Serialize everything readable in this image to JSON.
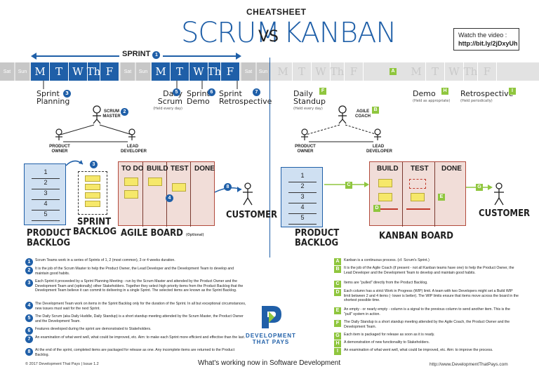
{
  "header": {
    "cheatsheet": "CHEATSHEET",
    "scrum": "SCRUM",
    "vs": "VS",
    "kanban": "KANBAN",
    "video_line1": "Watch the video :",
    "video_line2": "http://bit.ly/2jDxyUh"
  },
  "sprint_bar": {
    "sprint_label": "SPRINT",
    "sprint_badge": "1",
    "sat": "Sat",
    "sun": "Sun",
    "days": [
      "M",
      "T",
      "W",
      "Th",
      "F"
    ],
    "kanban_badge": "A"
  },
  "scrum_events": {
    "planning": {
      "label": "Sprint Planning",
      "badge": "3"
    },
    "daily": {
      "label": "Daily Scrum",
      "sub": "(Held every day)",
      "badge": "5"
    },
    "demo": {
      "label": "Sprint Demo",
      "badge": "6"
    },
    "retro": {
      "label": "Sprint Retrospective",
      "badge": "7"
    }
  },
  "kanban_events": {
    "daily": {
      "label": "Daily Standup",
      "sub": "(Held every day)",
      "badge": "F"
    },
    "demo": {
      "label": "Demo",
      "sub": "(Held as appropriate)",
      "badge": "H"
    },
    "retro": {
      "label": "Retrospective",
      "sub": "(Held periodically)",
      "badge": "I"
    }
  },
  "scrum_roles": {
    "master": "SCRUM MASTER",
    "master_badge": "2",
    "owner": "PRODUCT OWNER",
    "developer": "LEAD DEVELOPER"
  },
  "kanban_roles": {
    "coach": "AGILE COACH",
    "coach_badge": "B",
    "owner": "PRODUCT OWNER",
    "developer": "LEAD DEVELOPER"
  },
  "scrum_board": {
    "backlog_items": [
      "1",
      "2",
      "3",
      "4",
      "5"
    ],
    "product_backlog": "PRODUCT BACKLOG",
    "sprint_backlog": "SPRINT BACKLOG",
    "sprint_backlog_badge": "3",
    "columns": [
      "TO DO",
      "BUILD",
      "TEST",
      "DONE"
    ],
    "board_label": "AGILE BOARD",
    "board_sub": "(Optional)",
    "board_badge": "4",
    "customer": "CUSTOMER",
    "customer_badge": "8"
  },
  "kanban_board": {
    "backlog_items": [
      "1",
      "2",
      "3",
      "4",
      "5"
    ],
    "product_backlog": "PRODUCT BACKLOG",
    "columns": [
      "BUILD",
      "TEST",
      "DONE"
    ],
    "board_label": "KANBAN BOARD",
    "customer": "CUSTOMER",
    "badge_c": "C",
    "badge_d": "D",
    "badge_e": "E",
    "badge_g": "G"
  },
  "scrum_legend": [
    {
      "badge": "1",
      "text": "Scrum Teams work in a series of Sprints of 1, 2 (most common), 3 or 4 weeks duration."
    },
    {
      "badge": "2",
      "text": "It is the job of the Scrum Master to help the Product Owner, the Lead Developer and the Development Team to develop and maintain good habits."
    },
    {
      "badge": "3",
      "text": "Each Sprint it proceeded by a Sprint Planning Meeting - run by the Scrum Master and attended by the Product Owner and the Development Team and (optionally) other Stakeholders. Together they select high priority items from the Product Backlog that the Development Team believe it can commit to delivering in a single Sprint. The selected items are known as the Sprint Backlog."
    },
    {
      "badge": "4",
      "text": "The Development Team work on items in the Sprint Backlog only for the duration of the Sprint. In all but exceptional circumstances, new issues must wait for the next Sprint."
    },
    {
      "badge": "5",
      "text": "The Daily Scrum (aka Daily Huddle, Daily Standup) is a short standup meeting attended by the Scrum Master, the Product Owner and the Development Team."
    },
    {
      "badge": "6",
      "text": "Features developed during the sprint are demonstrated to Stakeholders."
    },
    {
      "badge": "7",
      "text": "An examination of what went well, what could be improved, etc. Aim: to make each Sprint more efficient and effective than the last."
    },
    {
      "badge": "8",
      "text": "At the end of the sprint, completed items are packaged for release as one. Any incomplete items are returned to the Product Backlog."
    }
  ],
  "kanban_legend": [
    {
      "badge": "A",
      "text": "Kanban is a continuous process. (cf. Scrum's Sprint.)"
    },
    {
      "badge": "B",
      "text": "It is the job of the Agile Coach (if present - not all Kanban teams have one) to help the Product Owner, the Lead Developer and the Development Team to develop and maintain good habits."
    },
    {
      "badge": "C",
      "text": "Items are \"pulled\" directly from the Product Backlog."
    },
    {
      "badge": "D",
      "text": "Each column has a strict Work in Progress (WIP) limit. A team with two Developers might set a Build WIP limit between 2 and 4 items (- lower is better). The WIP limits ensure that items move across the board in the shortest possible time."
    },
    {
      "badge": "E",
      "text": "An empty - or nearly empty - column is a signal to the previous column to send another item. This is the \"pull\" system in action."
    },
    {
      "badge": "F",
      "text": "The Daily Standup is a short standup meeting attended by the Agile Coach, the Product Owner and the Development Team."
    },
    {
      "badge": "G",
      "text": "Each item is packaged for release as soon as it is ready."
    },
    {
      "badge": "H",
      "text": "A demonstration of new functionality to Stakeholders."
    },
    {
      "badge": "I",
      "text": "An examination of what went well, what could be improved, etc. Aim: to improve the process."
    }
  ],
  "footer": {
    "copyright": "© 2017 Development That Pays | Issue 1.2",
    "tagline": "What's working now in Software Development",
    "url": "http://www.DevelopmentThatPays.com",
    "logo_line1": "DEVELOPMENT",
    "logo_line2": "THAT PAYS"
  },
  "colors": {
    "scrum_blue": "#1f5fa8",
    "kanban_green": "#8fc63e",
    "note_yellow": "#f6e86a",
    "board_red": "#c03a2b"
  }
}
